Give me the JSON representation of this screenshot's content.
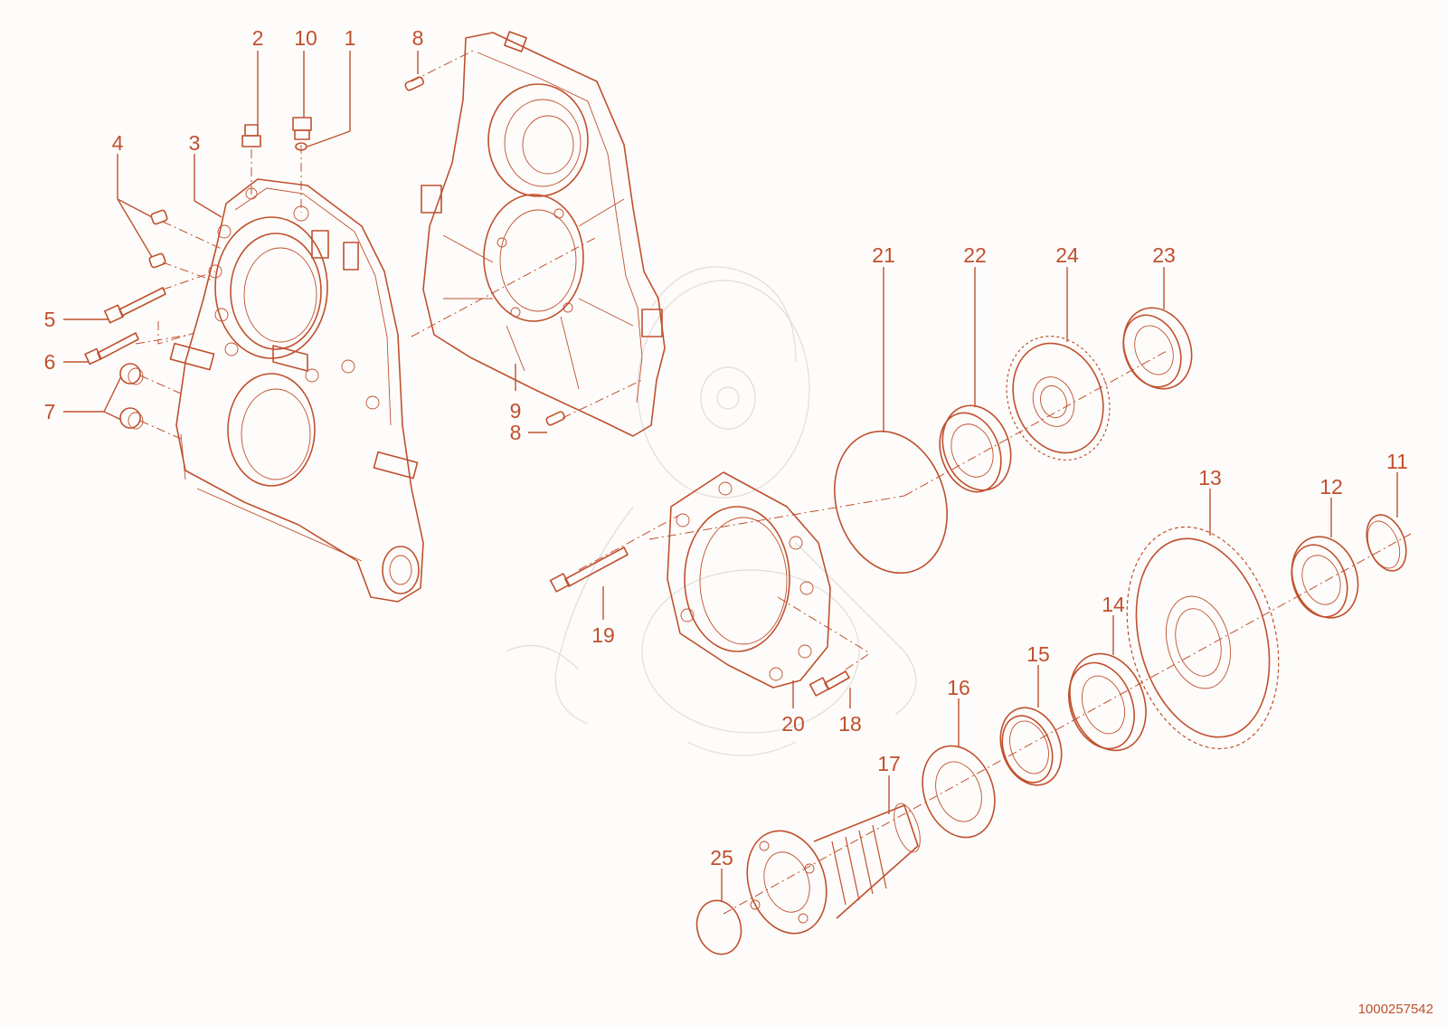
{
  "callouts": [
    "1",
    "2",
    "3",
    "4",
    "5",
    "6",
    "7",
    "8",
    "9",
    "10",
    "11",
    "12",
    "13",
    "14",
    "15",
    "16",
    "17",
    "18",
    "19",
    "20",
    "21",
    "22",
    "23",
    "24",
    "25"
  ],
  "doc_number": "1000257542",
  "colors": {
    "line": "#c0502e",
    "background": "#fdfcfa",
    "watermark": "#d6d0ca"
  }
}
